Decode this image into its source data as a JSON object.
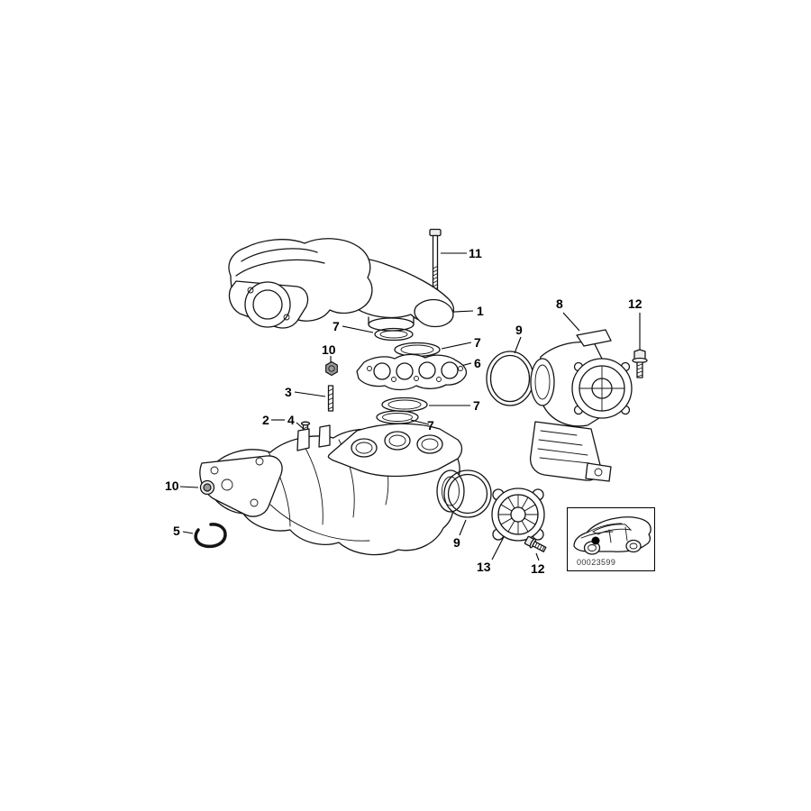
{
  "diagram": {
    "drawing_number": "00023599",
    "colors": {
      "background": "#ffffff",
      "line": "#141414"
    },
    "callouts": [
      {
        "label": "11"
      },
      {
        "label": "1"
      },
      {
        "label": "7"
      },
      {
        "label": "7"
      },
      {
        "label": "6"
      },
      {
        "label": "10"
      },
      {
        "label": "3"
      },
      {
        "label": "7"
      },
      {
        "label": "7"
      },
      {
        "label": "2"
      },
      {
        "label": "4"
      },
      {
        "label": "10"
      },
      {
        "label": "5"
      },
      {
        "label": "9"
      },
      {
        "label": "8"
      },
      {
        "label": "12"
      },
      {
        "label": "9"
      },
      {
        "label": "13"
      },
      {
        "label": "12"
      }
    ]
  }
}
